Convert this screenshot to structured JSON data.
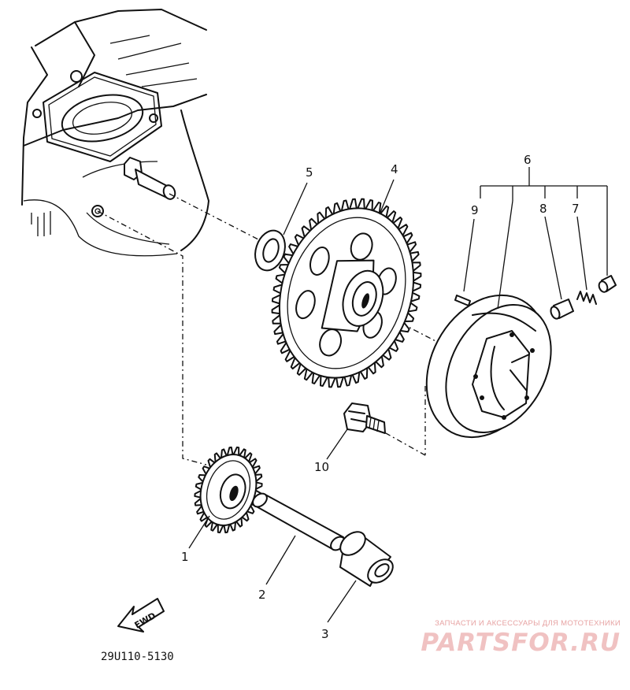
{
  "callouts": {
    "p1": "1",
    "p2": "2",
    "p3": "3",
    "p4": "4",
    "p5": "5",
    "p6": "6",
    "p7": "7",
    "p8": "8",
    "p9": "9",
    "p10": "10"
  },
  "direction_arrow": "FWD",
  "diagram_code": "29U110-5130",
  "watermark": {
    "caption": "ЗАПЧАСТИ И АКСЕССУАРЫ ДЛЯ МОТОТЕХНИКИ",
    "brand": "PARTSFOR.RU"
  },
  "colors": {
    "ink": "#111111",
    "watermark": "#f0c2c2"
  }
}
